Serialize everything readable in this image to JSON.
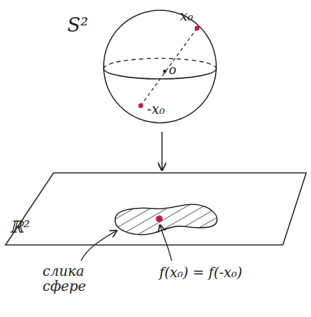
{
  "diagram": {
    "labels": [
      "S²",
      "x₀",
      "o",
      "-x₀",
      "ℝ²",
      "слика сфере",
      "f(x₀) = f(-x₀)"
    ]
  }
}
